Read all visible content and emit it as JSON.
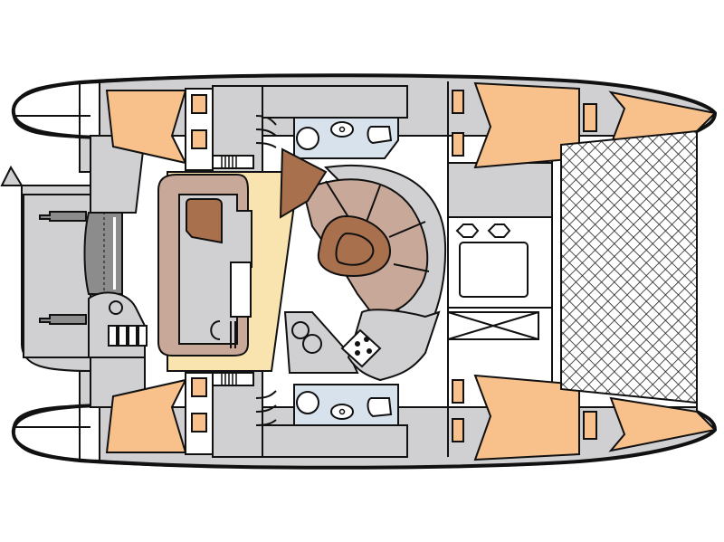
{
  "diagram": {
    "type": "catamaran-deck-plan",
    "orientation": "stern-left, bow-right",
    "colors": {
      "hull_outline": "#111111",
      "furniture_gray": "#d0d0d2",
      "berth_orange": "#f8c08a",
      "saloon_floor_yellow": "#f9e4b0",
      "settee_tan": "#c8a898",
      "table_brown": "#a8704c",
      "head_blue": "#d8e2ec",
      "trampoline_net": "#ffffff",
      "davit_dark_gray": "#8c8c8c"
    },
    "regions": {
      "port_hull": {
        "cabins": [
          "aft-cabin-port",
          "forward-cabin-port"
        ],
        "head": "head-port"
      },
      "starboard_hull": {
        "cabins": [
          "aft-cabin-starboard",
          "forward-cabin-starboard"
        ],
        "head": "head-starboard"
      },
      "bridgedeck": {
        "areas": [
          "cockpit",
          "saloon",
          "chart-table",
          "galley",
          "settee",
          "saloon-table",
          "nav-station",
          "anchor-locker",
          "forward-deck-lockers"
        ]
      },
      "bow": {
        "areas": [
          "trampoline-net"
        ]
      },
      "stern": {
        "areas": [
          "swim-platform-davits",
          "battery-panel"
        ]
      }
    },
    "labels": []
  }
}
